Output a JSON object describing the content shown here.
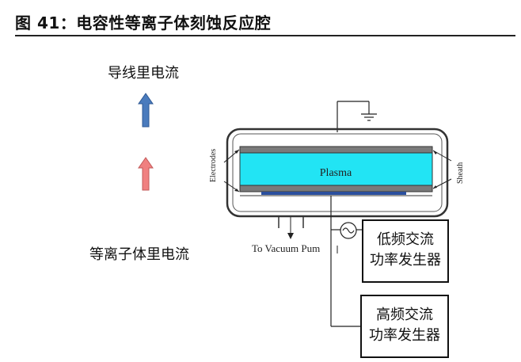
{
  "header": {
    "title": "图 41：电容性等离子体刻蚀反应腔"
  },
  "legend": {
    "wire_current": "导线里电流",
    "plasma_current": "等离子体里电流",
    "wire_arrow_color": "#4a7bbd",
    "plasma_arrow_color": "#f08080"
  },
  "chamber": {
    "plasma_label": "Plasma",
    "electrodes_label": "Electrodes",
    "sheath_label": "Sheath",
    "vacuum_label": "To Vacuum Pum",
    "plasma_color": "#22e4f4",
    "electrode_color": "#7a7a7a",
    "wafer_color": "#2b4f9e"
  },
  "generators": {
    "low_line1": "低频交流",
    "low_line2": "功率发生器",
    "high_line1": "高频交流",
    "high_line2": "功率发生器"
  }
}
